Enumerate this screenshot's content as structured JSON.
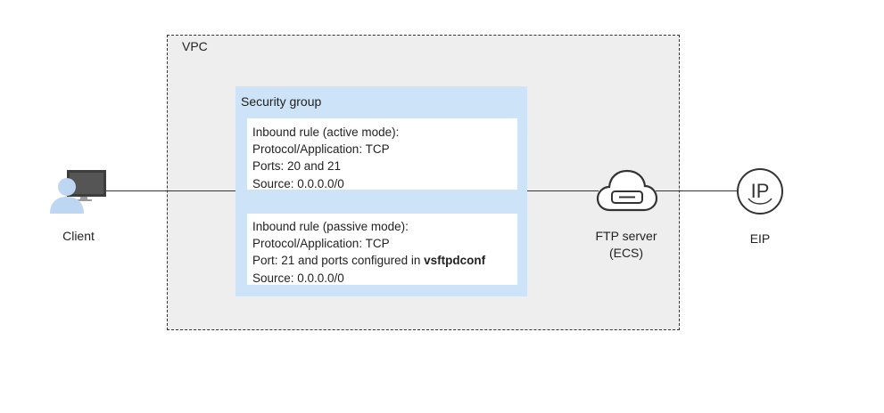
{
  "vpc": {
    "label": "VPC"
  },
  "security_group": {
    "label": "Security group",
    "active_rule": {
      "title": "Inbound rule (active mode):",
      "protocol": "Protocol/Application: TCP",
      "ports": "Ports: 20 and 21",
      "source": "Source: 0.0.0.0/0"
    },
    "passive_rule": {
      "title": "Inbound rule (passive mode):",
      "protocol": "Protocol/Application: TCP",
      "ports_prefix": "Port: 21 and ports configured in ",
      "ports_bold": "vsftpdconf",
      "source": "Source: 0.0.0.0/0"
    }
  },
  "client": {
    "label": "Client",
    "icon": "client-user-icon"
  },
  "ftp_server": {
    "label_line1": "FTP server",
    "label_line2": "(ECS)",
    "icon": "cloud-server-icon"
  },
  "eip": {
    "label": "EIP",
    "icon": "ip-icon",
    "icon_text": "IP"
  },
  "colors": {
    "vpc_fill": "#eeeeee",
    "security_group_fill": "#cde3f7",
    "icon_blue": "#bdd6f1",
    "monitor_gray": "#3d3d3d",
    "line": "#333333"
  }
}
